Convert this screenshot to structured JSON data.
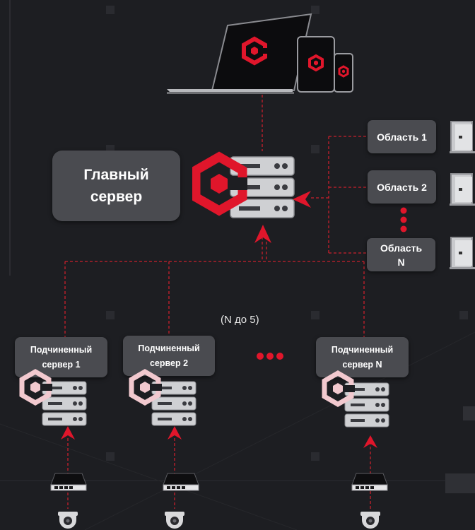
{
  "main_server": {
    "label": "Главный\nсервер"
  },
  "areas": [
    {
      "label": "Область 1"
    },
    {
      "label": "Область 2"
    },
    {
      "label": "Область\nN"
    }
  ],
  "slave_servers": [
    {
      "label": "Подчиненный\nсервер 1"
    },
    {
      "label": "Подчиненный\nсервер 2"
    },
    {
      "label": "Подчиненный\nсервер N"
    }
  ],
  "caption": "(N до 5)",
  "colors": {
    "background": "#1d1e22",
    "accent_red": "#e0162b",
    "dashed_line": "#c8202c",
    "label_box": "#4a4b50",
    "slave_logo": "#f2c9cf"
  },
  "icons": [
    "devices-icon",
    "logo-icon",
    "server-rack-icon",
    "door-icon",
    "network-switch-icon",
    "camera-icon",
    "arrow-icon",
    "ellipsis-dots"
  ]
}
